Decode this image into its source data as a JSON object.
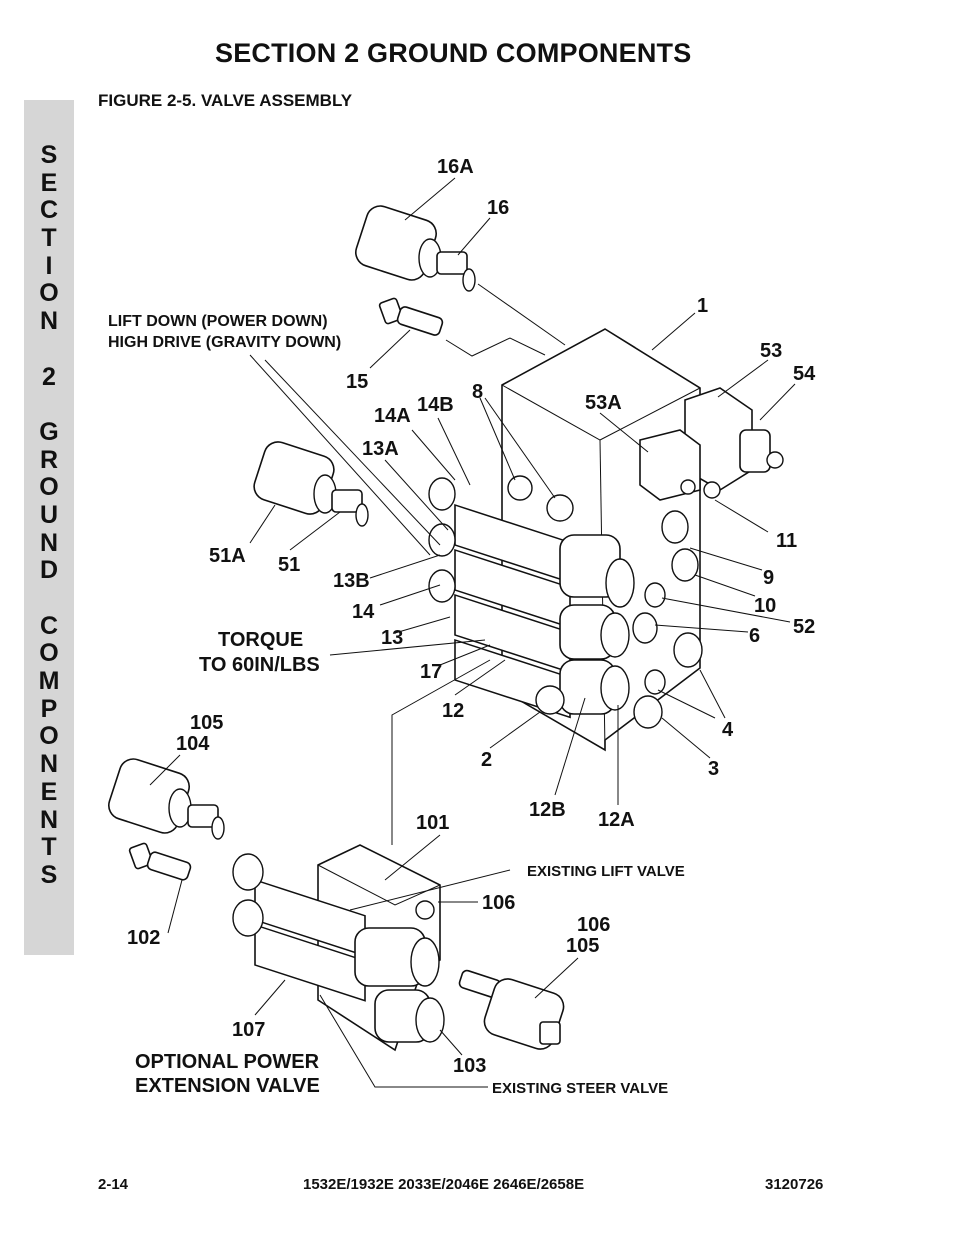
{
  "page": {
    "section_title": "SECTION 2  GROUND COMPONENTS",
    "figure_title": "FIGURE 2-5.    VALVE ASSEMBLY",
    "side_tab_letters": [
      "S",
      "E",
      "C",
      "T",
      "I",
      "O",
      "N",
      " ",
      "2",
      " ",
      "G",
      "R",
      "O",
      "U",
      "N",
      "D",
      " ",
      "C",
      "O",
      "M",
      "P",
      "O",
      "N",
      "E",
      "N",
      "T",
      "S"
    ],
    "footer": {
      "page_number": "2-14",
      "models": "1532E/1932E 2033E/2046E 2646E/2658E",
      "doc_number": "3120726"
    }
  },
  "diagram": {
    "callouts": [
      {
        "id": "c16a",
        "text": "16A"
      },
      {
        "id": "c16",
        "text": "16"
      },
      {
        "id": "c1",
        "text": "1"
      },
      {
        "id": "c53",
        "text": "53"
      },
      {
        "id": "c54",
        "text": "54"
      },
      {
        "id": "c15",
        "text": "15"
      },
      {
        "id": "c8",
        "text": "8"
      },
      {
        "id": "c14b",
        "text": "14B"
      },
      {
        "id": "c14a",
        "text": "14A"
      },
      {
        "id": "c53a",
        "text": "53A"
      },
      {
        "id": "c13a",
        "text": "13A"
      },
      {
        "id": "c11",
        "text": "11"
      },
      {
        "id": "c51a",
        "text": "51A"
      },
      {
        "id": "c51",
        "text": "51"
      },
      {
        "id": "c13b",
        "text": "13B"
      },
      {
        "id": "c9",
        "text": "9"
      },
      {
        "id": "c10",
        "text": "10"
      },
      {
        "id": "c52",
        "text": "52"
      },
      {
        "id": "c14",
        "text": "14"
      },
      {
        "id": "c13",
        "text": "13"
      },
      {
        "id": "c6",
        "text": "6"
      },
      {
        "id": "c17",
        "text": "17"
      },
      {
        "id": "c12",
        "text": "12"
      },
      {
        "id": "c4",
        "text": "4"
      },
      {
        "id": "c3",
        "text": "3"
      },
      {
        "id": "c2",
        "text": "2"
      },
      {
        "id": "c105a",
        "text": "105"
      },
      {
        "id": "c104",
        "text": "104"
      },
      {
        "id": "c12b",
        "text": "12B"
      },
      {
        "id": "c12a",
        "text": "12A"
      },
      {
        "id": "c101",
        "text": "101"
      },
      {
        "id": "c106a",
        "text": "106"
      },
      {
        "id": "c106b",
        "text": "106"
      },
      {
        "id": "c105b",
        "text": "105"
      },
      {
        "id": "c102",
        "text": "102"
      },
      {
        "id": "c107",
        "text": "107"
      },
      {
        "id": "c103",
        "text": "103"
      }
    ],
    "notes": {
      "lift_down": "LIFT DOWN (POWER DOWN)",
      "high_drive": "HIGH DRIVE (GRAVITY DOWN)",
      "torque_line1": "TORQUE",
      "torque_line2": "TO 60IN/LBS",
      "existing_lift": "EXISTING LIFT VALVE",
      "existing_steer": "EXISTING STEER VALVE",
      "optional_line1": "OPTIONAL POWER",
      "optional_line2": "EXTENSION VALVE"
    }
  }
}
